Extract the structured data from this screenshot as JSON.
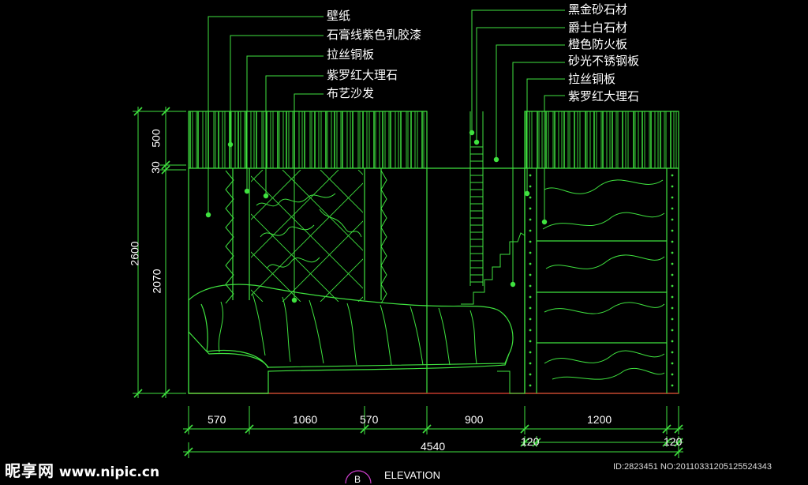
{
  "labels_left": [
    "壁纸",
    "石膏线紫色乳胶漆",
    "拉丝铜板",
    "紫罗红大理石",
    "布艺沙发"
  ],
  "labels_right": [
    "黑金砂石材",
    "爵士白石材",
    "橙色防火板",
    "砂光不锈钢板",
    "拉丝铜板",
    "紫罗红大理石"
  ],
  "dims_bottom": [
    "570",
    "1060",
    "570",
    "900",
    "1200"
  ],
  "dims_bottom_small": [
    "120",
    "120"
  ],
  "dim_total": "4540",
  "dims_left_inner": [
    "500",
    "30",
    "2070"
  ],
  "dim_left_total": "2600",
  "title": "ELEVATION",
  "title_tag": "B",
  "watermark": {
    "cn": "昵享网",
    "url": "www.nipic.cn"
  },
  "image_id": "ID:2823451 NO:20110331205125524343",
  "colors": {
    "line": "#3fe23f",
    "text": "#ffffff",
    "bg": "#000000",
    "floor": "#c0392b"
  }
}
